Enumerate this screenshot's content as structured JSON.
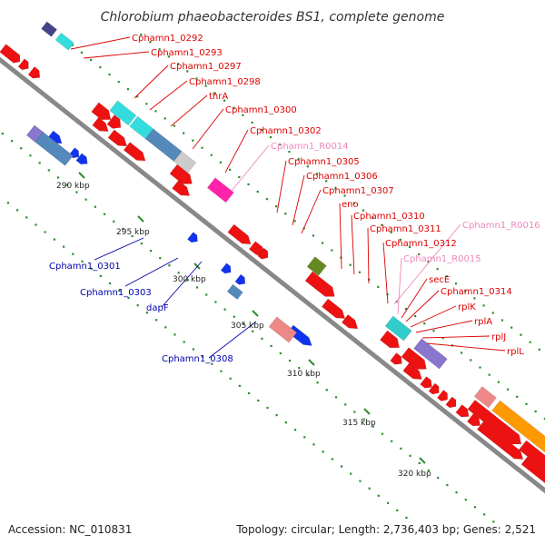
{
  "title": "Chlorobium phaeobacteroides BS1, complete genome",
  "footer": {
    "accession": "Accession: NC_010831",
    "summary": "Topology: circular; Length: 2,736,403 bp; Genes: 2,521"
  },
  "colors": {
    "backbone": "#888888",
    "tick": "#2e8b2e",
    "label_red": "#dd0000",
    "label_blue": "#0000aa",
    "label_pink": "#ee88bb"
  },
  "scale_labels": [
    "290 kbp",
    "295 kbp",
    "300 kbp",
    "305 kbp",
    "310 kbp",
    "315 kbp",
    "320 kbp"
  ],
  "gene_labels_right": [
    {
      "text": "Cphamn1_0292",
      "color": "red"
    },
    {
      "text": "Cphamn1_0293",
      "color": "red"
    },
    {
      "text": "Cphamn1_0297",
      "color": "red"
    },
    {
      "text": "Cphamn1_0298",
      "color": "red"
    },
    {
      "text": "thrA",
      "color": "red"
    },
    {
      "text": "Cphamn1_0300",
      "color": "red"
    },
    {
      "text": "Cphamn1_0302",
      "color": "red"
    },
    {
      "text": "Cphamn1_R0014",
      "color": "pink"
    },
    {
      "text": "Cphamn1_0305",
      "color": "red"
    },
    {
      "text": "Cphamn1_0306",
      "color": "red"
    },
    {
      "text": "Cphamn1_0307",
      "color": "red"
    },
    {
      "text": "eno",
      "color": "red"
    },
    {
      "text": "Cphamn1_0310",
      "color": "red"
    },
    {
      "text": "Cphamn1_0311",
      "color": "red"
    },
    {
      "text": "Cphamn1_R0016",
      "color": "pink"
    },
    {
      "text": "Cphamn1_0312",
      "color": "red"
    },
    {
      "text": "Cphamn1_R0015",
      "color": "pink"
    },
    {
      "text": "secE",
      "color": "red"
    },
    {
      "text": "Cphamn1_0314",
      "color": "red"
    },
    {
      "text": "rplK",
      "color": "red"
    },
    {
      "text": "rplA",
      "color": "red"
    },
    {
      "text": "rplJ",
      "color": "red"
    },
    {
      "text": "rplL",
      "color": "red"
    }
  ],
  "gene_labels_left": [
    {
      "text": "Cphamn1_0301",
      "color": "blue"
    },
    {
      "text": "Cphamn1_0303",
      "color": "blue"
    },
    {
      "text": "dapF",
      "color": "blue"
    },
    {
      "text": "Cphamn1_0308",
      "color": "blue"
    }
  ]
}
